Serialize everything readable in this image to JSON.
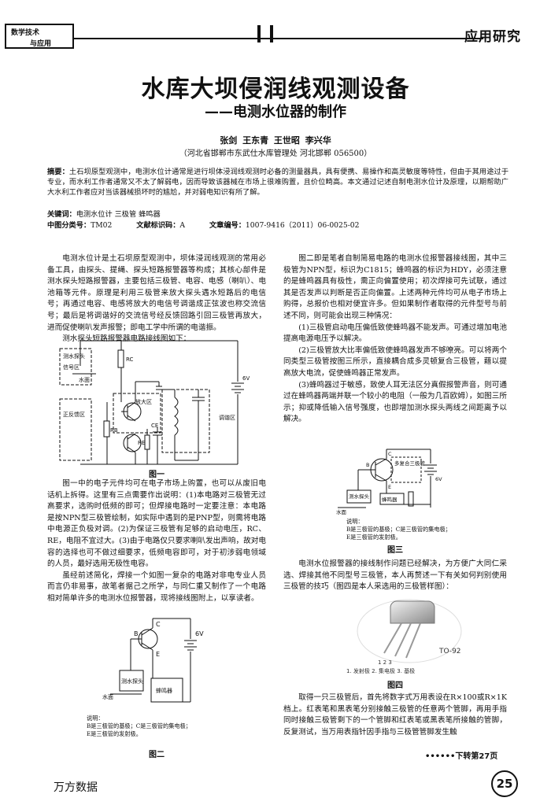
{
  "header": {
    "journal_line1": "数学技术",
    "journal_line2": "与应用",
    "section": "应用研究"
  },
  "article": {
    "title": "水库大坝侵润线观测设备",
    "subtitle": "——电测水位器的制作",
    "authors": "张剑  王东青  王世昭  李兴华",
    "affiliation": "（河北省邯郸市东武仕水库管理处  河北邯郸  056500）",
    "abstract_label": "摘要：",
    "abstract": "土石坝原型观测中，电测水位计通常是进行坝体浸润线观测时必备的测量器具，具有便携、易操作和高灵敏度等特性，但由于其用途过于专业，而水利工作者通常又不太了解弱电，因而导致该器械在市场上很难购置，且价位畸高。本文通过记述自制电测水位计及原理，以期帮助广大水利工作者应对当该器械损坏时的尴尬，并对弱电知识有所了解。",
    "keywords_label": "关键词：",
    "keywords": "电测水位计  三极管  蜂鸣器",
    "clc_label": "中图分类号：",
    "clc": "TM02",
    "doc_code_label": "文献标识码：",
    "doc_code": "A",
    "article_no_label": "文章编号：",
    "article_no": "1007-9416（2011）06-0025-02"
  },
  "left_column": {
    "p1": "电测水位计是土石坝原型观测中，坝体浸润线观测的常用必备工具，由探头、提绳、探头短路报警器等构成；其核心部件是测水探头短路报警器，主要包括三极管、电容、电感（喇叭）、电池箱等元件。原理是利用三极管来放大探头遇水短路后的电信号；再通过电容、电感将放大的电信号调谐成正弦波也称交流信号；最后是将调谐好的交流信号经反馈回路引回三极管再放大，进而促使喇叭发声报警；即电工学中所谓的电谐振。",
    "p2": "测水探头短路报警器电路接线图如下：",
    "p3": "图一中的电子元件均可在电子市场上购置，也可以从废旧电话机上拆得。这里有三点需要作出说明：(1)本电路对三极管无过高要求，选购时低频的即可；但焊接电路时一定要注意：本电路是按NPN型三极管绘制，如实际中遇到的是PNP型，则需将电路中电源正负极对调。(2)为保证三极管有足够的启动电压，RC、RE，电阻不宜过大。(3)由于电路仅只要求喇叭发出声响，故对电容的选择也可不做过细要求，低频电容即可，对于初涉弱电领域的人员，最好选用无极性电容。",
    "p4": "虽经前述简化，焊接一个如图一复杂的电路对非电专业人员而言仍非易事，故笔者据己之所学，与同仁重又制作了一个电路相对简单许多的电测水位报警器，现将接线图附上，以享读者。"
  },
  "right_column": {
    "p1": "图二即是笔者自制简易电路的电测水位报警器接线图，其中三极管为NPN型，标识为C1815；蜂鸣器的标识为HDY，必须注意的是蜂鸣器具有极性，需正向偏置使用；初次焊接可先试联，通过其是否发声以判断是否正向偏置。上述两种元件均可从电子市场上购得，总报价也相对便宜许多。但如果制作者取得的元件型号与前述不同，则可能会出现三种情况：",
    "p2": "(1)三极管启动电压偏低致使蜂鸣器不能发声。可通过增加电池提高电源电压予以解决。",
    "p3": "(2)三极管放大比率偏低致使蜂鸣器发声不够嘹亮。可以将两个同类型三极管按图三所示，直接耦合成多灵顿复合三极管，藉以提高放大电流，促使蜂鸣器正常发声。",
    "p4": "(3)蜂鸣器过于敏感，致使人耳无法区分真假报警声音，则可通过在蜂鸣器两端并联一个较小的电阻（一般为几百欧姆），如图三所示；抑或降低输入信号强度，也即增加测水探头两线之间距离予以解决。",
    "p5": "电测水位报警器的接线制作问题已经解决，为方便广大同仁采选、焊接其他不同型号三极管，本人再赘述一下有关如何判别使用三极管的技巧（图四是本人采选用的三极管样图）：",
    "p6": "取得一只三极管后，首先将数字式万用表设在R×100或R×1K档上。红表笔和黑表笔分别接触三极管的任意两个管脚，再用手指同时接触三极管剩下的一个管脚和红表笔或黑表笔所接触的管脚，反复测试，当万用表指针因手指与三极管管脚发生触"
  },
  "figures": {
    "fig1": {
      "caption": "图一",
      "labels": {
        "probe": "测水探头",
        "signal": "信号区",
        "water": "水面",
        "amp": "放大区",
        "feedback": "正反馈区",
        "tuning": "调谐区",
        "rc": "RC",
        "rb": "RB",
        "re": "RE",
        "ce": "CE",
        "battery": "6V"
      }
    },
    "fig2": {
      "caption": "图二",
      "labels": {
        "b": "B",
        "c": "C",
        "e": "E",
        "battery": "6V",
        "probe": "测水探头",
        "water": "水面",
        "buzzer": "蜂鸣器"
      },
      "note_title": "说明：",
      "note_b": "B是三极管的基极；C是三极管的集电极；",
      "note_e": "E是三极管的发射极。"
    },
    "fig3": {
      "caption": "图三",
      "labels": {
        "compound": "多复合三极管",
        "probe": "测水探头",
        "buzzer": "蜂鸣器",
        "water": "水面",
        "battery": "6V",
        "b": "B",
        "c": "C",
        "e": "E"
      },
      "note_title": "说明：",
      "note_b": "B是三极管的基极；C是三极管的集电极；",
      "note_e": "E是三极管的发射极。"
    },
    "fig4": {
      "caption": "图四",
      "package": "TO-92",
      "pins": "1. 发射极       2. 集电极       3. 基极",
      "pin_nums": "1  2  3"
    }
  },
  "footer": {
    "continued": "••••••下转第27页",
    "watermark": "万方数据",
    "page_number": "25"
  }
}
